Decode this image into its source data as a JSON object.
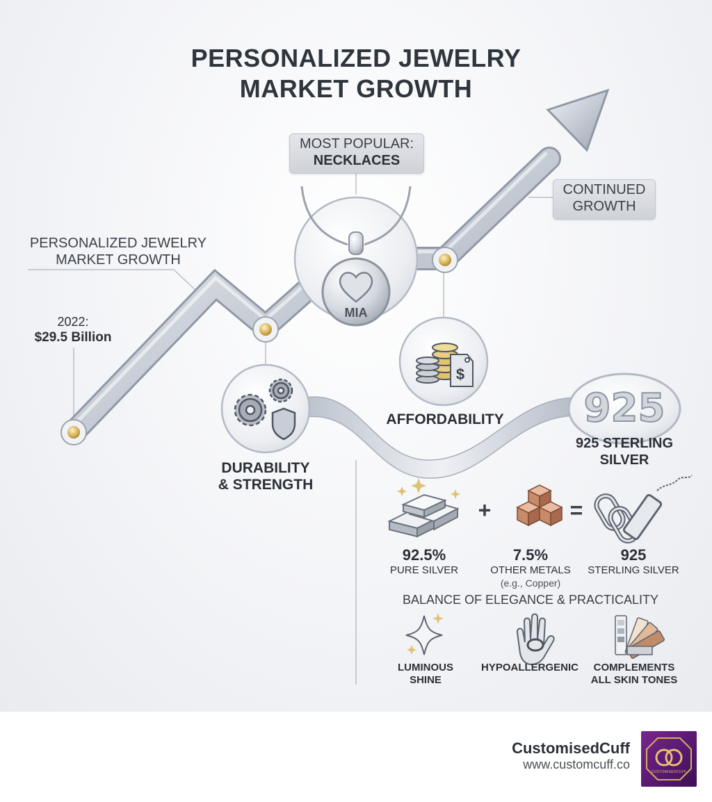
{
  "title": {
    "line1": "PERSONALIZED JEWELRY",
    "line2": "MARKET GROWTH"
  },
  "callouts": {
    "market_label_line1": "PERSONALIZED JEWELRY",
    "market_label_line2": "MARKET GROWTH",
    "year_label": "2022:",
    "year_value": "$29.5 Billion",
    "popular_line1": "MOST POPULAR:",
    "popular_line2": "NECKLACES",
    "continued_line1": "CONTINUED",
    "continued_line2": "GROWTH"
  },
  "pendant_text": "MIA",
  "features": {
    "durability_line1": "DURABILITY",
    "durability_line2": "& STRENGTH",
    "affordability": "AFFORDABILITY",
    "badge_number": "925",
    "sterling_line1": "925 STERLING",
    "sterling_line2": "SILVER"
  },
  "composition": {
    "plus": "+",
    "equals": "=",
    "silver_pct": "92.5%",
    "silver_label": "PURE SILVER",
    "other_pct": "7.5%",
    "other_label": "OTHER METALS",
    "other_note": "(e.g., Copper)",
    "result_num": "925",
    "result_label": "STERLING SILVER"
  },
  "balance_heading": "BALANCE OF ELEGANCE & PRACTICALITY",
  "benefits": {
    "shine_line1": "LUMINOUS",
    "shine_line2": "SHINE",
    "hypo": "HYPOALLERGENIC",
    "skin_line1": "COMPLEMENTS",
    "skin_line2": "ALL SKIN TONES"
  },
  "brand": {
    "name": "CustomisedCuff",
    "url": "www.customcuff.co",
    "logo_text": "CUSTOMISEDCUFF"
  },
  "icons": {
    "gears": "gears-shield-icon",
    "coins": "coins-price-tag-icon",
    "heart": "heart-icon",
    "bars": "silver-bars-icon",
    "cubes": "copper-cubes-icon",
    "chain": "chain-links-icon",
    "sparkle": "sparkle-icon",
    "hand": "hand-icon",
    "swatches": "color-swatches-icon",
    "logo": "cc-monogram-icon"
  },
  "colors": {
    "silver": "#c9ced6",
    "gold": "#d4b25e",
    "copper": "#d29a7c",
    "logo_bg": "#5a1a73"
  }
}
